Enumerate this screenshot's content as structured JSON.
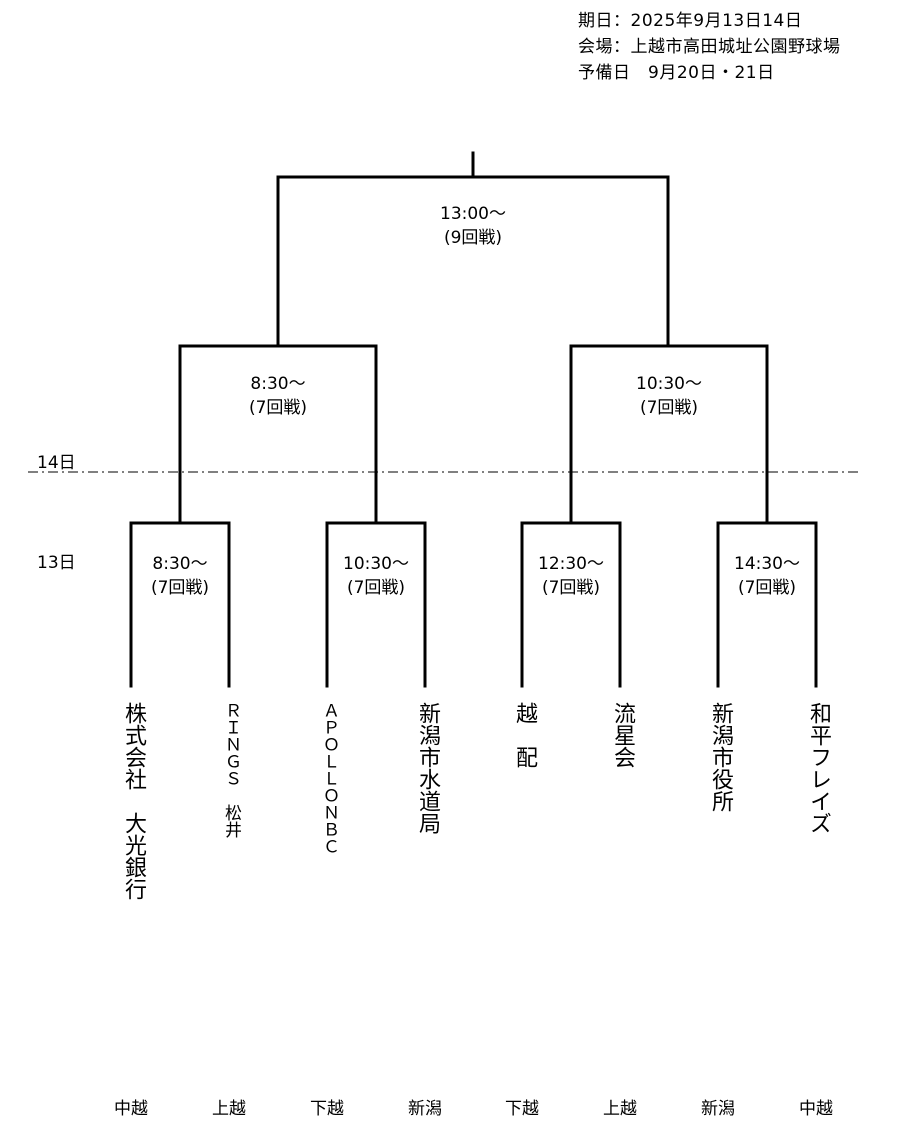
{
  "header": {
    "date": "期日：2025年9月13日14日",
    "venue": "会場：上越市高田城址公園野球場",
    "reserve": "予備日　9月20日・21日"
  },
  "day_labels": {
    "day14": "14日",
    "day13": "13日"
  },
  "final": {
    "time": "13:00〜",
    "innings": "(9回戦)"
  },
  "semifinals": [
    {
      "time": "8:30〜",
      "innings": "(7回戦)"
    },
    {
      "time": "10:30〜",
      "innings": "(7回戦)"
    }
  ],
  "first_round": [
    {
      "time": "8:30〜",
      "innings": "(7回戦)"
    },
    {
      "time": "10:30〜",
      "innings": "(7回戦)"
    },
    {
      "time": "12:30〜",
      "innings": "(7回戦)"
    },
    {
      "time": "14:30〜",
      "innings": "(7回戦)"
    }
  ],
  "teams": [
    {
      "name": "株式会社　大光銀行",
      "region": "中越"
    },
    {
      "name": "ＲＩＮＧＳ　松井",
      "region": "上越"
    },
    {
      "name": "ＡＰＯＬＬＯＮＢＣ",
      "region": "下越"
    },
    {
      "name": "新潟市水道局",
      "region": "新潟"
    },
    {
      "name": "越　配",
      "region": "下越"
    },
    {
      "name": "流星会",
      "region": "上越"
    },
    {
      "name": "新潟市役所",
      "region": "新潟"
    },
    {
      "name": "和平フレイズ",
      "region": "中越"
    }
  ]
}
